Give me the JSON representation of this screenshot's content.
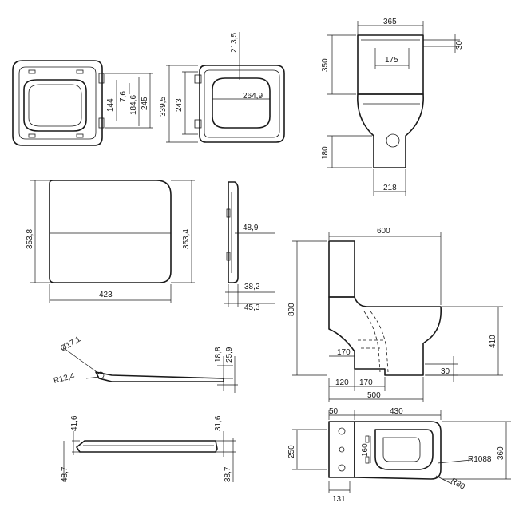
{
  "seat_top_view": {
    "dim_144": "144",
    "dim_7_6": "7,6",
    "dim_184_6": "184,6",
    "dim_245": "245"
  },
  "seat_underside": {
    "dim_339_5": "339,5",
    "dim_243": "243",
    "dim_213_5": "213,5",
    "dim_264_9": "264,9"
  },
  "lid_front": {
    "dim_353_8": "353,8",
    "dim_353_4": "353,4",
    "dim_423": "423"
  },
  "lid_side": {
    "dim_48_9": "48,9",
    "dim_38_2": "38,2",
    "dim_45_3": "45,3"
  },
  "hinge_detail": {
    "dim_dia_17_1": "Ø17,1",
    "dim_r12_4": "R12,4",
    "dim_18_8": "18,8",
    "dim_25_9": "25,9"
  },
  "seat_side": {
    "dim_41_6": "41,6",
    "dim_48_7": "48,7",
    "dim_31_6": "31,6",
    "dim_38_7": "38,7"
  },
  "wc_front_view": {
    "dim_365": "365",
    "dim_30": "30",
    "dim_175": "175",
    "dim_350": "350",
    "dim_180": "180",
    "dim_218": "218"
  },
  "wc_side_view": {
    "dim_600": "600",
    "dim_800": "800",
    "dim_410": "410",
    "dim_170_upper": "170",
    "dim_120": "120",
    "dim_170_lower": "170",
    "dim_30": "30",
    "dim_500": "500"
  },
  "wc_plan_view": {
    "dim_50": "50",
    "dim_430": "430",
    "dim_250": "250",
    "dim_160": "160",
    "dim_r1088": "R1088",
    "dim_360": "360",
    "dim_r80": "R80",
    "dim_131": "131"
  }
}
